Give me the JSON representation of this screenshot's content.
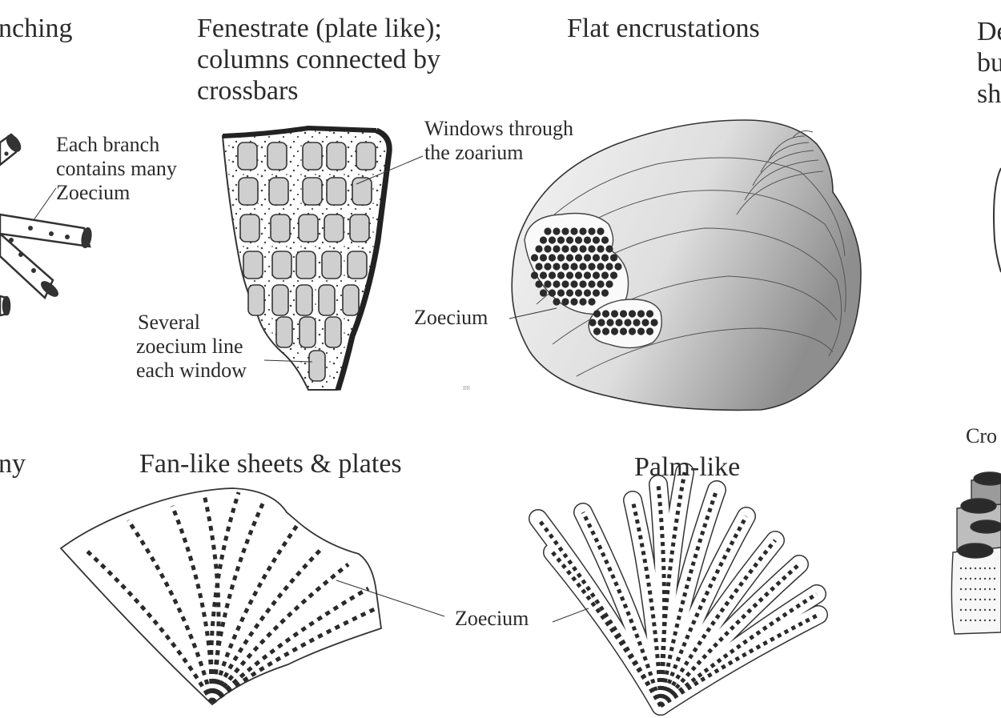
{
  "labels": {
    "branching_title": "nching",
    "fenestrate_title": [
      "Fenestrate (plate like);",
      "columns connected by",
      "crossbars"
    ],
    "flat_title": "Flat encrustations",
    "right_title": [
      "De",
      "bu",
      "sh"
    ],
    "each_branch": [
      "Each branch",
      "contains many",
      "Zoecium"
    ],
    "windows_through": [
      "Windows through",
      "the zoarium"
    ],
    "several_zoecium": [
      "Several",
      "zoecium line",
      "each window"
    ],
    "zoecium_shell": "Zoecium",
    "zoecium_fan": "Zoecium",
    "left_bottom_title": "ny",
    "fan_title": "Fan-like sheets & plates",
    "palm_title": "Palm-like",
    "cro_label": "Cro",
    "credit": "BR"
  },
  "colors": {
    "ink": "#2b2b2b",
    "outline": "#333333",
    "window_fill": "#cfcfcf",
    "zoecium_dot": "#2a2a2a",
    "shell_light": "#f2f2f2",
    "shell_dark": "#9a9a9a"
  }
}
